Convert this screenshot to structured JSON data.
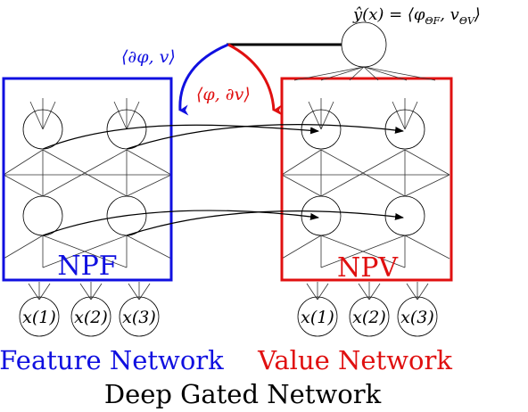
{
  "diagram": {
    "title": "Deep Gated Network",
    "output_formula": "ŷ(x) = ⟨φΘF, vΘV⟩",
    "output_formula_parts": {
      "lhs": "ŷ(x) = ⟨φ",
      "sub1": "ΘF",
      "mid": ", v",
      "sub2": "ΘV",
      "rhs": "⟩"
    },
    "grad_feature_label": "⟨∂φ, v⟩",
    "grad_value_label": "⟨φ, ∂v⟩",
    "feature_box_label": "NPF",
    "value_box_label": "NPV",
    "feature_caption": "Feature Network",
    "value_caption": "Value Network",
    "feature_inputs": [
      "x(1)",
      "x(2)",
      "x(3)"
    ],
    "value_inputs": [
      "x(1)",
      "x(2)",
      "x(3)"
    ],
    "colors": {
      "feature": "#1010e0",
      "value": "#e01010",
      "line": "#000000"
    }
  }
}
